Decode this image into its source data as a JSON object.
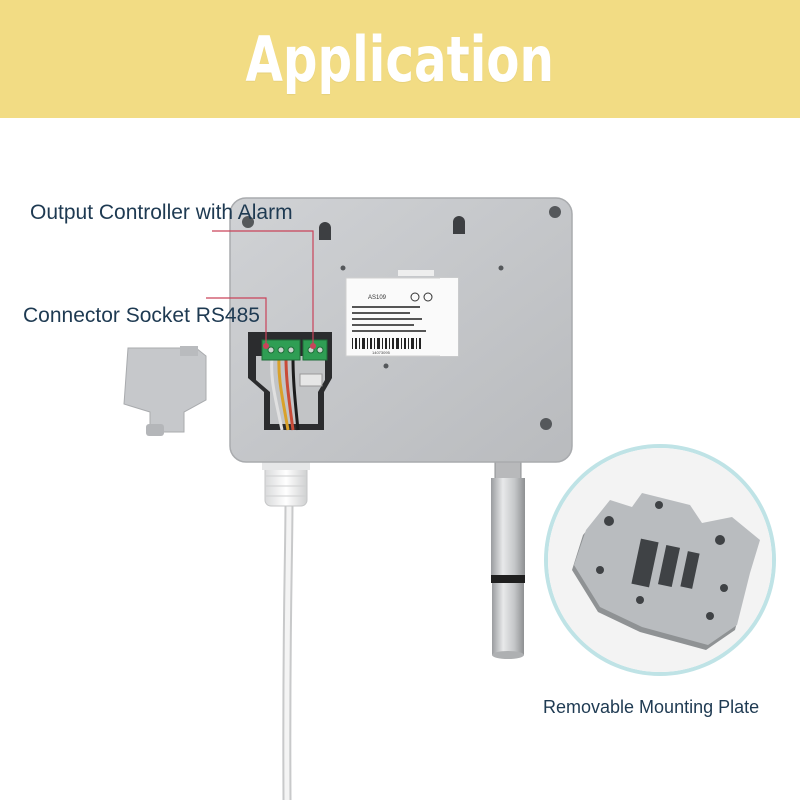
{
  "banner": {
    "title": "Application",
    "background": "#f2dc84"
  },
  "callouts": {
    "output_controller": "Output Controller with Alarm",
    "connector_socket": "Connector Socket RS485",
    "mounting_plate": "Removable Mounting Plate"
  },
  "device_label": {
    "model": "AS109",
    "serial": "14073095"
  },
  "colors": {
    "callout_line": "#c9435a",
    "label_text": "#1e3a52",
    "circle_border": "#bfe3e6",
    "device_body": "#c7c9cc",
    "terminal_green": "#2f9e54"
  }
}
